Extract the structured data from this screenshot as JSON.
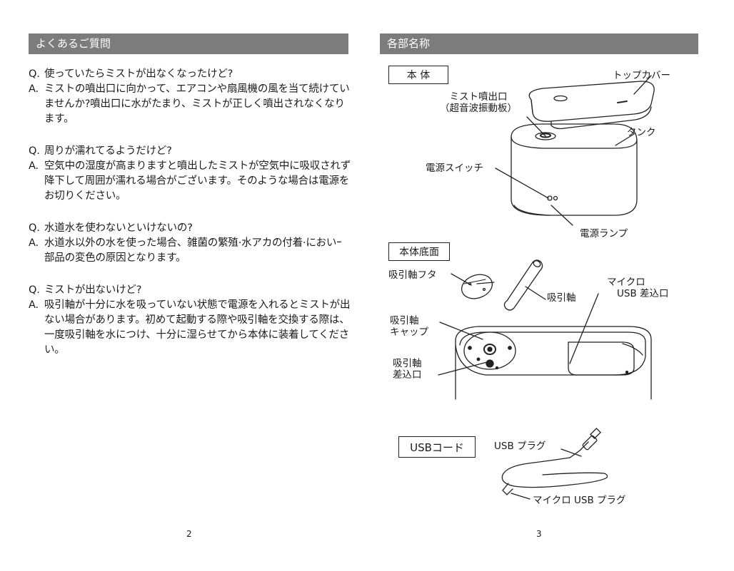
{
  "left_page": {
    "title": "よくあるご質問",
    "page_number": "2",
    "faq": [
      {
        "q": "使っていたらミストが出なくなったけど?",
        "a": "ミストの噴出口に向かって、エアコンや扇風機の風を当て続けていませんか?噴出口に水がたまり、ミストが正しく噴出されなくなります。"
      },
      {
        "q": "周りが濡れてるようだけど?",
        "a": "空気中の湿度が高まりますと噴出したミストが空気中に吸収されず降下して周囲が濡れる場合がございます。そのような場合は電源をお切りください。"
      },
      {
        "q": "水道水を使わないといけないの?",
        "a": "水道水以外の水を使った場合、雑菌の繁殖·水アカの付着·においｰ部品の変色の原因となります。"
      },
      {
        "q": "ミストが出ないけど?",
        "a": "吸引軸が十分に水を吸っていない状態で電源を入れるとミストが出ない場合があります。初めて起動する際や吸引軸を交換する際は、一度吸引軸を水につけ、十分に湿らせてから本体に装着してください。"
      }
    ],
    "q_prefix": "Q.",
    "a_prefix": "A."
  },
  "right_page": {
    "title": "各部名称",
    "page_number": "3",
    "sections": {
      "body": "本 体",
      "bottom": "本体底面",
      "usb_cord": "USBコード"
    },
    "labels": {
      "top_cover": "トップカバー",
      "mist_outlet_1": "ミスト噴出口",
      "mist_outlet_2": "（超音波振動板）",
      "tank": "タンク",
      "power_switch": "電源スイッチ",
      "power_lamp": "電源ランプ",
      "wick_cover": "吸引軸フタ",
      "wick": "吸引軸",
      "micro_usb_port_1": "マイクロ",
      "micro_usb_port_2": "USB 差込口",
      "wick_cap_1": "吸引軸",
      "wick_cap_2": "キャップ",
      "wick_slot_1": "吸引軸",
      "wick_slot_2": "差込口",
      "usb_plug": "USB プラグ",
      "micro_usb_plug": "マイクロ USB プラグ"
    }
  }
}
